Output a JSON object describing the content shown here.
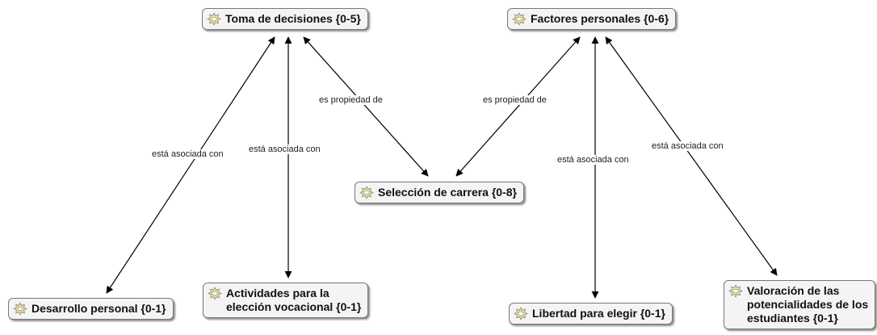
{
  "nodes": {
    "toma": {
      "label": "Toma de decisiones {0-5}"
    },
    "factores": {
      "label": "Factores personales {0-6}"
    },
    "seleccion": {
      "label": "Selección de carrera {0-8}"
    },
    "desarrollo": {
      "label": "Desarrollo personal {0-1}"
    },
    "actividades": {
      "lines": [
        "Actividades para la",
        "elección vocacional {0-1}"
      ]
    },
    "libertad": {
      "label": "Libertad para elegir {0-1}"
    },
    "valoracion": {
      "lines": [
        "Valoración de  las",
        "potencialidades de los",
        "estudiantes {0-1}"
      ]
    }
  },
  "edges": {
    "seleccion_toma": "es propiedad de",
    "seleccion_factores": "es propiedad de",
    "toma_desarrollo": "está asociada con",
    "toma_actividades": "está asociada con",
    "factores_libertad": "está asociada con",
    "factores_valoracion": "está asociada con"
  },
  "icon": "code-icon",
  "colors": {
    "node_bg": "#f4f4f4",
    "node_border": "#777777",
    "icon_fill": "#f3e98a",
    "line": "#000000"
  }
}
